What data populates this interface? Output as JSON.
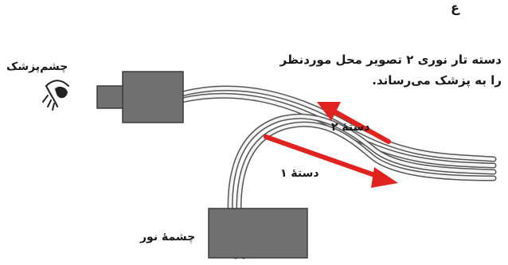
{
  "corner_mark": "ع",
  "caption": {
    "line1": "دسته تار نوری ۲ تصویر محل موردنظر",
    "line2": "را به پزشک می‌رساند."
  },
  "labels": {
    "eye": "چشم‌پزشک",
    "bundle_2": "دستهٔ ۲",
    "bundle_1": "دستهٔ ۱",
    "light_source": "چشمهٔ نور"
  },
  "colors": {
    "arrow": "#e0231f",
    "box_fill": "#707070",
    "box_stroke": "#3a3a3a",
    "fiber": "#f4f4f4",
    "fiber_stroke": "#555555"
  }
}
